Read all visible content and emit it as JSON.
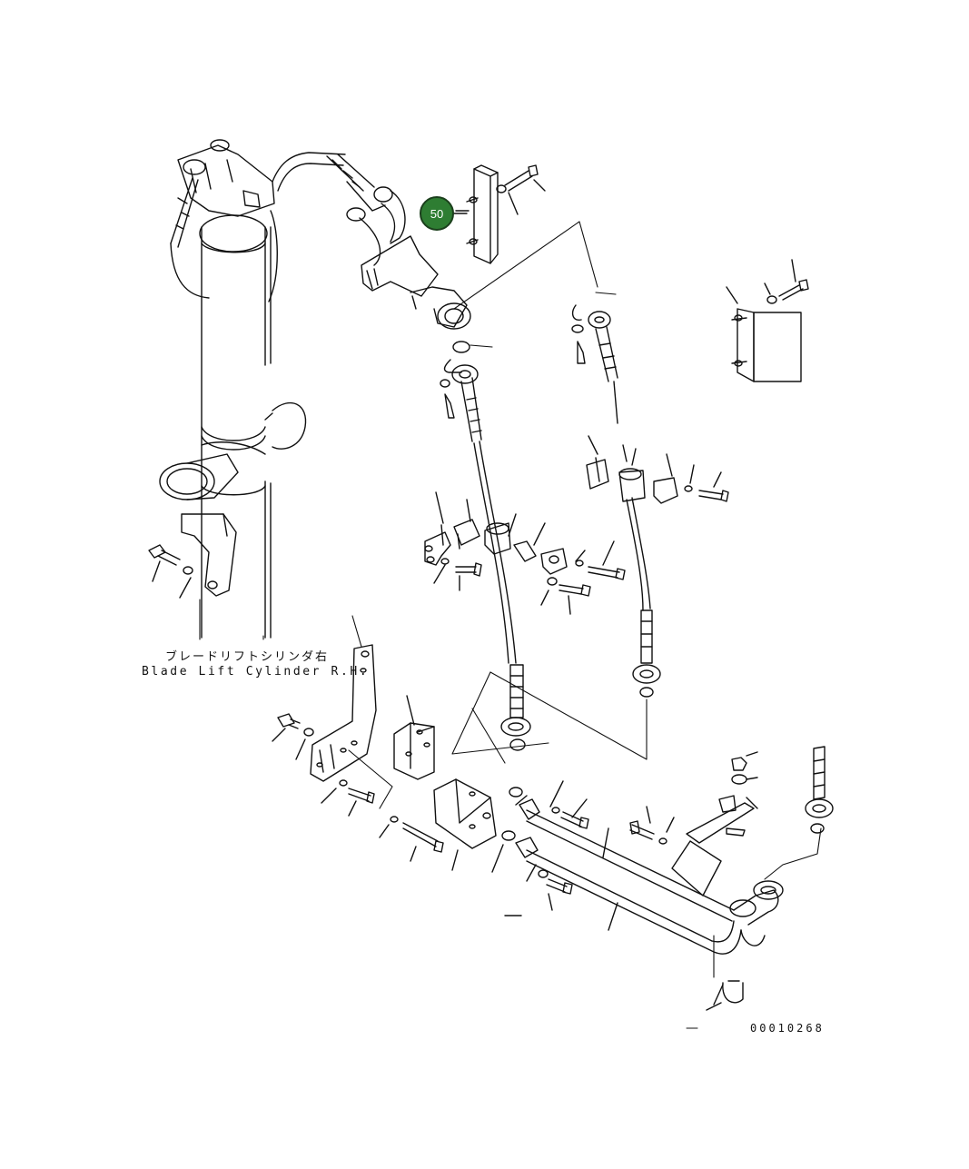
{
  "diagram": {
    "label_jp": "ブレードリフトシリンダ右",
    "label_en": "Blade Lift Cylinder R.H.",
    "drawing_number": "00010268",
    "callout": {
      "number": "50",
      "color": "#2e7d32"
    },
    "line_color": "#111111",
    "background": "#ffffff"
  }
}
